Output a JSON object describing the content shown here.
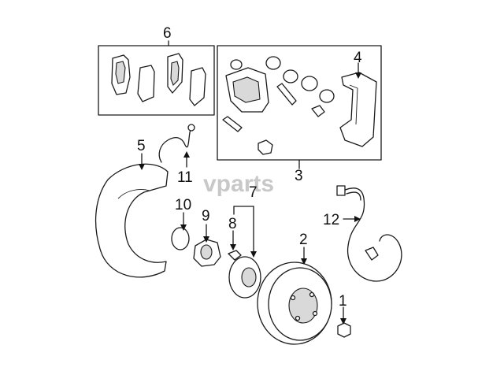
{
  "watermark": {
    "text": "vparts"
  },
  "callouts": {
    "c1": "1",
    "c2": "2",
    "c3": "3",
    "c4": "4",
    "c5": "5",
    "c6": "6",
    "c7": "7",
    "c8": "8",
    "c9": "9",
    "c10": "10",
    "c11": "11",
    "c12": "12"
  }
}
